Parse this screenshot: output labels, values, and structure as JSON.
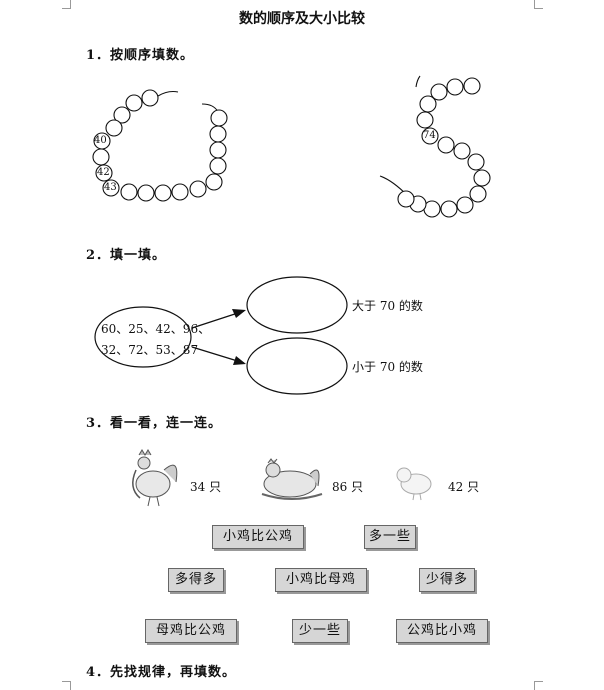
{
  "title": "数的顺序及大小比较",
  "q1": {
    "heading": "1．按顺序填数。",
    "left_chain_labels": [
      "40",
      "42",
      "43"
    ],
    "right_chain_labels": [
      "74"
    ]
  },
  "q2": {
    "heading": "2．填一填。",
    "numbers_line1": "60、25、42、96、",
    "numbers_line2": "32、72、53、87",
    "greater_label": "大于 70 的数",
    "less_label": "小于 70 的数"
  },
  "q3": {
    "heading": "3．看一看，连一连。",
    "rooster_count": "34 只",
    "hen_count": "86 只",
    "chick_count": "42 只",
    "rows": [
      [
        "小鸡比公鸡",
        "多一些"
      ],
      [
        "多得多",
        "小鸡比母鸡",
        "少得多"
      ],
      [
        "母鸡比公鸡",
        "少一些",
        "公鸡比小鸡"
      ]
    ]
  },
  "q4": {
    "heading": "4．先找规律，再填数。"
  }
}
